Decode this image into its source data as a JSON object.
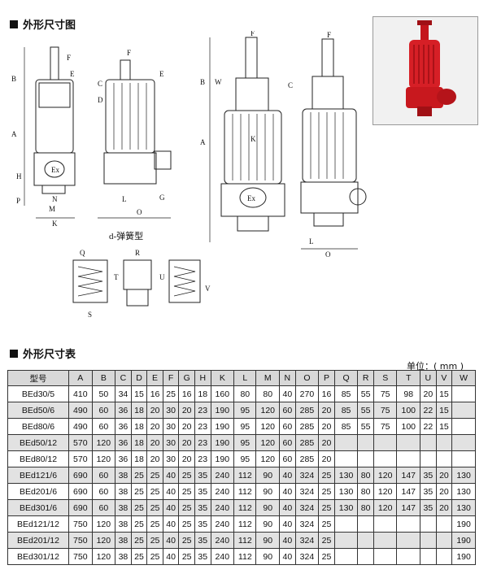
{
  "section1_title": "外形尺寸图",
  "section2_title": "外形尺寸表",
  "spring_type_label": "d-弹簧型",
  "unit_label": "单位：( mm )",
  "drawing_letters": {
    "B": "B",
    "F": "F",
    "E": "E",
    "A": "A",
    "H": "H",
    "P": "P",
    "N": "N",
    "M": "M",
    "K": "K",
    "C": "C",
    "D": "D",
    "L": "L",
    "O": "O",
    "G": "G",
    "W": "W",
    "Q": "Q",
    "R": "R",
    "S": "S",
    "T": "T",
    "U": "U",
    "V": "V",
    "Ex": "Ex"
  },
  "table": {
    "headers": [
      "型号",
      "A",
      "B",
      "C",
      "D",
      "E",
      "F",
      "G",
      "H",
      "K",
      "L",
      "M",
      "N",
      "O",
      "P",
      "Q",
      "R",
      "S",
      "T",
      "U",
      "V",
      "W"
    ],
    "rows": [
      [
        "BEd30/5",
        "410",
        "50",
        "34",
        "15",
        "16",
        "25",
        "16",
        "18",
        "160",
        "80",
        "80",
        "40",
        "270",
        "16",
        "85",
        "55",
        "75",
        "98",
        "20",
        "15",
        ""
      ],
      [
        "BEd50/6",
        "490",
        "60",
        "36",
        "18",
        "20",
        "30",
        "20",
        "23",
        "190",
        "95",
        "120",
        "60",
        "285",
        "20",
        "85",
        "55",
        "75",
        "100",
        "22",
        "15",
        ""
      ],
      [
        "BEd80/6",
        "490",
        "60",
        "36",
        "18",
        "20",
        "30",
        "20",
        "23",
        "190",
        "95",
        "120",
        "60",
        "285",
        "20",
        "85",
        "55",
        "75",
        "100",
        "22",
        "15",
        ""
      ],
      [
        "BEd50/12",
        "570",
        "120",
        "36",
        "18",
        "20",
        "30",
        "20",
        "23",
        "190",
        "95",
        "120",
        "60",
        "285",
        "20",
        "",
        "",
        "",
        "",
        "",
        "",
        ""
      ],
      [
        "BEd80/12",
        "570",
        "120",
        "36",
        "18",
        "20",
        "30",
        "20",
        "23",
        "190",
        "95",
        "120",
        "60",
        "285",
        "20",
        "",
        "",
        "",
        "",
        "",
        "",
        ""
      ],
      [
        "BEd121/6",
        "690",
        "60",
        "38",
        "25",
        "25",
        "40",
        "25",
        "35",
        "240",
        "112",
        "90",
        "40",
        "324",
        "25",
        "130",
        "80",
        "120",
        "147",
        "35",
        "20",
        "130"
      ],
      [
        "BEd201/6",
        "690",
        "60",
        "38",
        "25",
        "25",
        "40",
        "25",
        "35",
        "240",
        "112",
        "90",
        "40",
        "324",
        "25",
        "130",
        "80",
        "120",
        "147",
        "35",
        "20",
        "130"
      ],
      [
        "BEd301/6",
        "690",
        "60",
        "38",
        "25",
        "25",
        "40",
        "25",
        "35",
        "240",
        "112",
        "90",
        "40",
        "324",
        "25",
        "130",
        "80",
        "120",
        "147",
        "35",
        "20",
        "130"
      ],
      [
        "BEd121/12",
        "750",
        "120",
        "38",
        "25",
        "25",
        "40",
        "25",
        "35",
        "240",
        "112",
        "90",
        "40",
        "324",
        "25",
        "",
        "",
        "",
        "",
        "",
        "",
        "190"
      ],
      [
        "BEd201/12",
        "750",
        "120",
        "38",
        "25",
        "25",
        "40",
        "25",
        "35",
        "240",
        "112",
        "90",
        "40",
        "324",
        "25",
        "",
        "",
        "",
        "",
        "",
        "",
        "190"
      ],
      [
        "BEd301/12",
        "750",
        "120",
        "38",
        "25",
        "25",
        "40",
        "25",
        "35",
        "240",
        "112",
        "90",
        "40",
        "324",
        "25",
        "",
        "",
        "",
        "",
        "",
        "",
        "190"
      ]
    ]
  }
}
